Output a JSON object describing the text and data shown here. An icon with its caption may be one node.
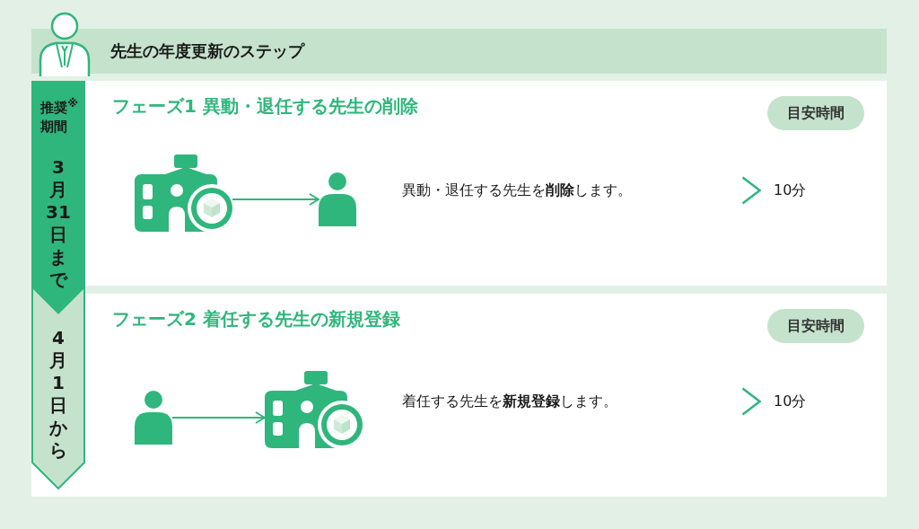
{
  "diagram": {
    "title": "先生の年度更新のステップ",
    "nodes": [
      {
        "text": [
          "推奨$^{※}$期間",
          "3月31日まで"
        ]
      },
      {
        "text": [
          "4月1日から"
        ]
      },
      {
        "text": [
          "フェーズ1 異動・退任する先生の削除",
          "異動・退任する先生を**削除**します。",
          "10分"
        ]
      },
      {
        "text": [
          "目安時間"
        ],
        "in": 2
      },
      {
        "text": [],
        "shape": "picture",
        "in": 2
      },
      {
        "text": [],
        "shape": "person",
        "in": 2
      },
      {
        "text": [
          "フェーズ2 着任する先生の新規登録",
          "着任する先生を**新規登録**します。",
          "10分"
        ]
      },
      {
        "text": [
          "目安時間"
        ],
        "in": 6
      },
      {
        "text": [],
        "shape": "person",
        "in": 6
      },
      {
        "text": [],
        "shape": "picture",
        "in": 6
      }
    ],
    "edges": [
      {
        "from": 4,
        "to": 5,
        "arrow": "to"
      },
      {
        "from": 8,
        "to": 9,
        "arrow": "to"
      }
    ]
  }
}
